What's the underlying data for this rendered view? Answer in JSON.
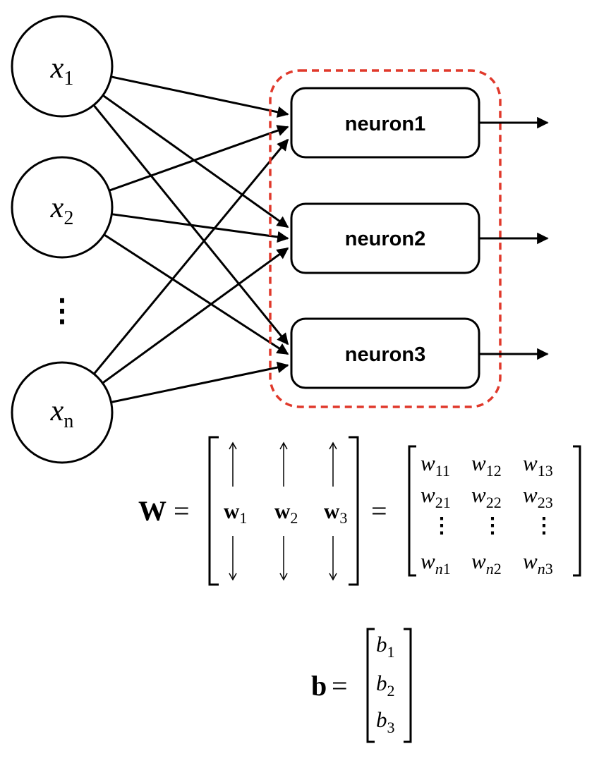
{
  "inputs": [
    {
      "var": "x",
      "sub": "1"
    },
    {
      "var": "x",
      "sub": "2"
    },
    {
      "var": "x",
      "sub": "n"
    }
  ],
  "input_ellipsis": "⋮",
  "neurons": [
    "neuron1",
    "neuron2",
    "neuron3"
  ],
  "layer_outline_color": "#e0392b",
  "weights_equation": {
    "lhs": "W",
    "equals": "=",
    "columns": [
      {
        "var": "w",
        "sub": "1"
      },
      {
        "var": "w",
        "sub": "2"
      },
      {
        "var": "w",
        "sub": "3"
      }
    ],
    "up_arrow": "↑",
    "down_arrow": "↓",
    "equals2": "=",
    "matrix": [
      [
        {
          "var": "w",
          "sub": "11"
        },
        {
          "var": "w",
          "sub": "12"
        },
        {
          "var": "w",
          "sub": "13"
        }
      ],
      [
        {
          "var": "w",
          "sub": "21"
        },
        {
          "var": "w",
          "sub": "22"
        },
        {
          "var": "w",
          "sub": "23"
        }
      ],
      [
        {
          "var": "⋮",
          "sub": ""
        },
        {
          "var": "⋮",
          "sub": ""
        },
        {
          "var": "⋮",
          "sub": ""
        }
      ],
      [
        {
          "var": "w",
          "sub": "n1"
        },
        {
          "var": "w",
          "sub": "n2"
        },
        {
          "var": "w",
          "sub": "n3"
        }
      ]
    ]
  },
  "bias_equation": {
    "lhs": "b",
    "equals": "=",
    "entries": [
      {
        "var": "b",
        "sub": "1"
      },
      {
        "var": "b",
        "sub": "2"
      },
      {
        "var": "b",
        "sub": "3"
      }
    ]
  }
}
